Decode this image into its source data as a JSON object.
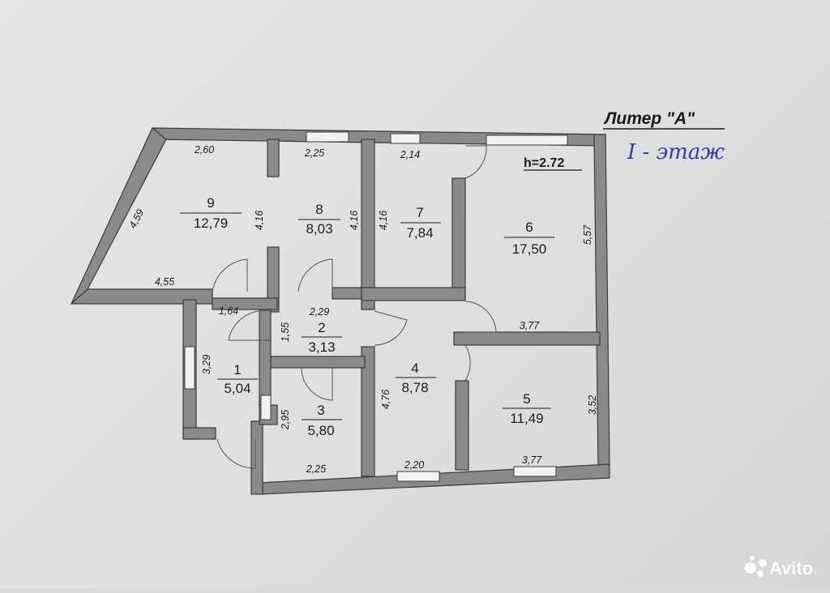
{
  "header": {
    "title": "Литер \"А\"",
    "floor_note": "I - этаж",
    "ceiling_height": "h=2.72"
  },
  "rooms": [
    {
      "number": "9",
      "area": "12,79"
    },
    {
      "number": "8",
      "area": "8,03"
    },
    {
      "number": "7",
      "area": "7,84"
    },
    {
      "number": "6",
      "area": "17,50"
    },
    {
      "number": "2",
      "area": "3,13"
    },
    {
      "number": "1",
      "area": "5,04"
    },
    {
      "number": "3",
      "area": "5,80"
    },
    {
      "number": "4",
      "area": "8,78"
    },
    {
      "number": "5",
      "area": "11,49"
    }
  ],
  "dimensions": {
    "r9_top": "2,60",
    "r9_side": "4,59",
    "r9_bottom": "4,55",
    "r9_right": "4,16",
    "r8_top": "2,25",
    "r8_right": "4,16",
    "r7_top": "2,14",
    "r7_left": "4,16",
    "r6_right": "5,57",
    "r6_bottom": "3,77",
    "r1_top": "1,64",
    "r1_left": "3,29",
    "r2_top": "2,29",
    "r2_left": "1,55",
    "r3_left": "2,95",
    "r3_bottom": "2,25",
    "r4_left": "4,76",
    "r4_bottom": "2,20",
    "r5_right": "3,52",
    "r5_bottom": "3,77"
  },
  "watermark": {
    "label": "Avito",
    "icon": "avito-logo-icon"
  }
}
